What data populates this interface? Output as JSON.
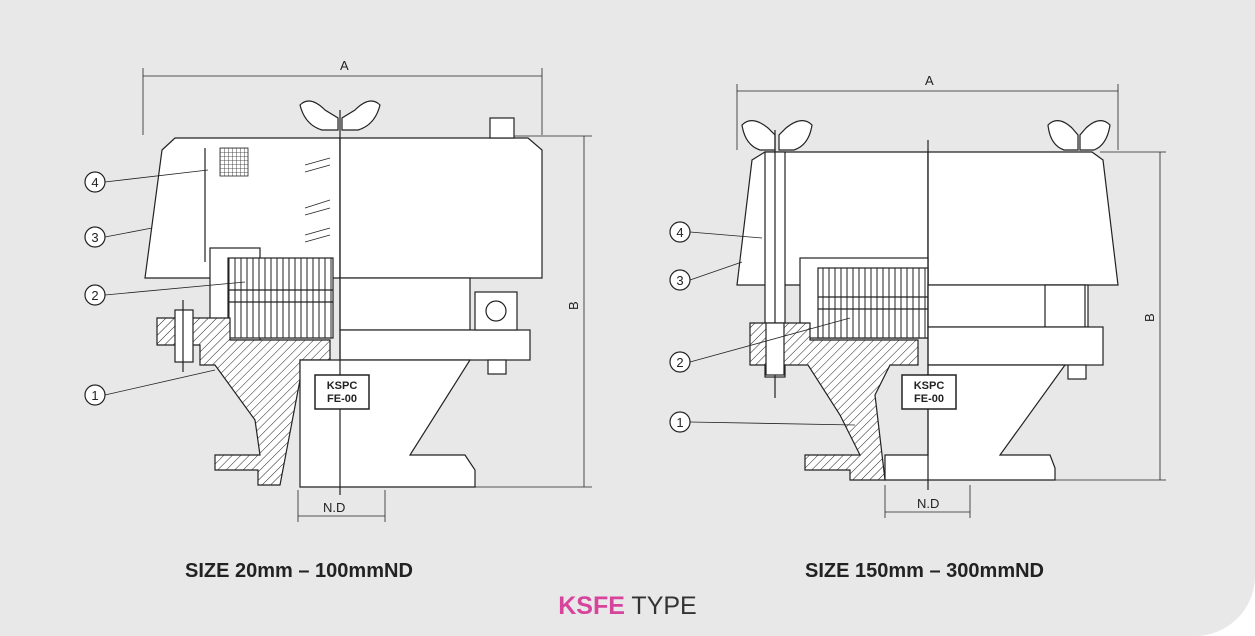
{
  "colors": {
    "background": "#e8e8e8",
    "accent": "#d6449b",
    "line": "#222222"
  },
  "left_diagram": {
    "caption": "SIZE 20mm – 100mmND",
    "dim_a": "A",
    "dim_b": "B",
    "dim_nd": "N.D",
    "label_line1": "KSPC",
    "label_line2": "FE-00",
    "callouts": [
      "1",
      "2",
      "3",
      "4"
    ]
  },
  "right_diagram": {
    "caption": "SIZE 150mm – 300mmND",
    "dim_a": "A",
    "dim_b": "B",
    "dim_nd": "N.D",
    "label_line1": "KSPC",
    "label_line2": "FE-00",
    "callouts": [
      "1",
      "2",
      "3",
      "4"
    ]
  },
  "title": {
    "accent": "KSFE",
    "rest": " TYPE"
  }
}
